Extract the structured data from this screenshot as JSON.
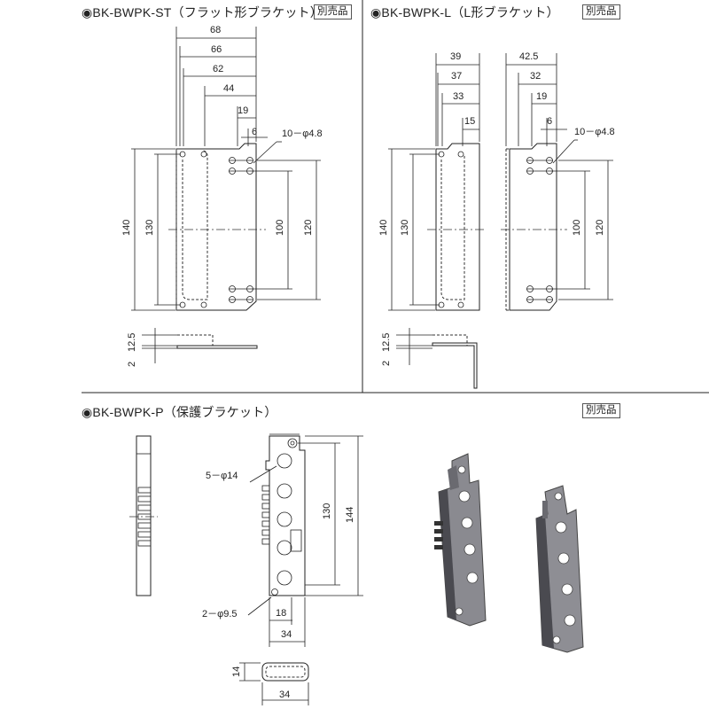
{
  "sections": {
    "st": {
      "title": "◉BK-BWPK-ST（フラット形ブラケット）",
      "tag": "別売品",
      "dims": {
        "w68": "68",
        "w66": "66",
        "w62": "62",
        "w44": "44",
        "w19": "19",
        "w6": "6",
        "hole": "10－φ4.8",
        "h140": "140",
        "h130": "130",
        "h100": "100",
        "h120": "120",
        "t12": "12.5",
        "t2": "2"
      }
    },
    "l": {
      "title": "◉BK-BWPK-L（L形ブラケット）",
      "tag": "別売品",
      "dims": {
        "w39": "39",
        "w37": "37",
        "w33": "33",
        "w15": "15",
        "w42": "42.5",
        "w32": "32",
        "w19": "19",
        "w6": "6",
        "hole": "10－φ4.8",
        "h140": "140",
        "h130": "130",
        "h100": "100",
        "h120": "120",
        "t12": "12.5",
        "t2": "2"
      }
    },
    "p": {
      "title": "◉BK-BWPK-P（保護ブラケット）",
      "tag": "別売品",
      "dims": {
        "hole14": "5－φ14",
        "hole9": "2－φ9.5",
        "h130": "130",
        "h144": "144",
        "w18": "18",
        "w34": "34",
        "t14": "14",
        "b34": "34"
      }
    }
  },
  "colors": {
    "line": "#222222",
    "metal": "#8a8a90",
    "metal_dark": "#4a4a50"
  }
}
